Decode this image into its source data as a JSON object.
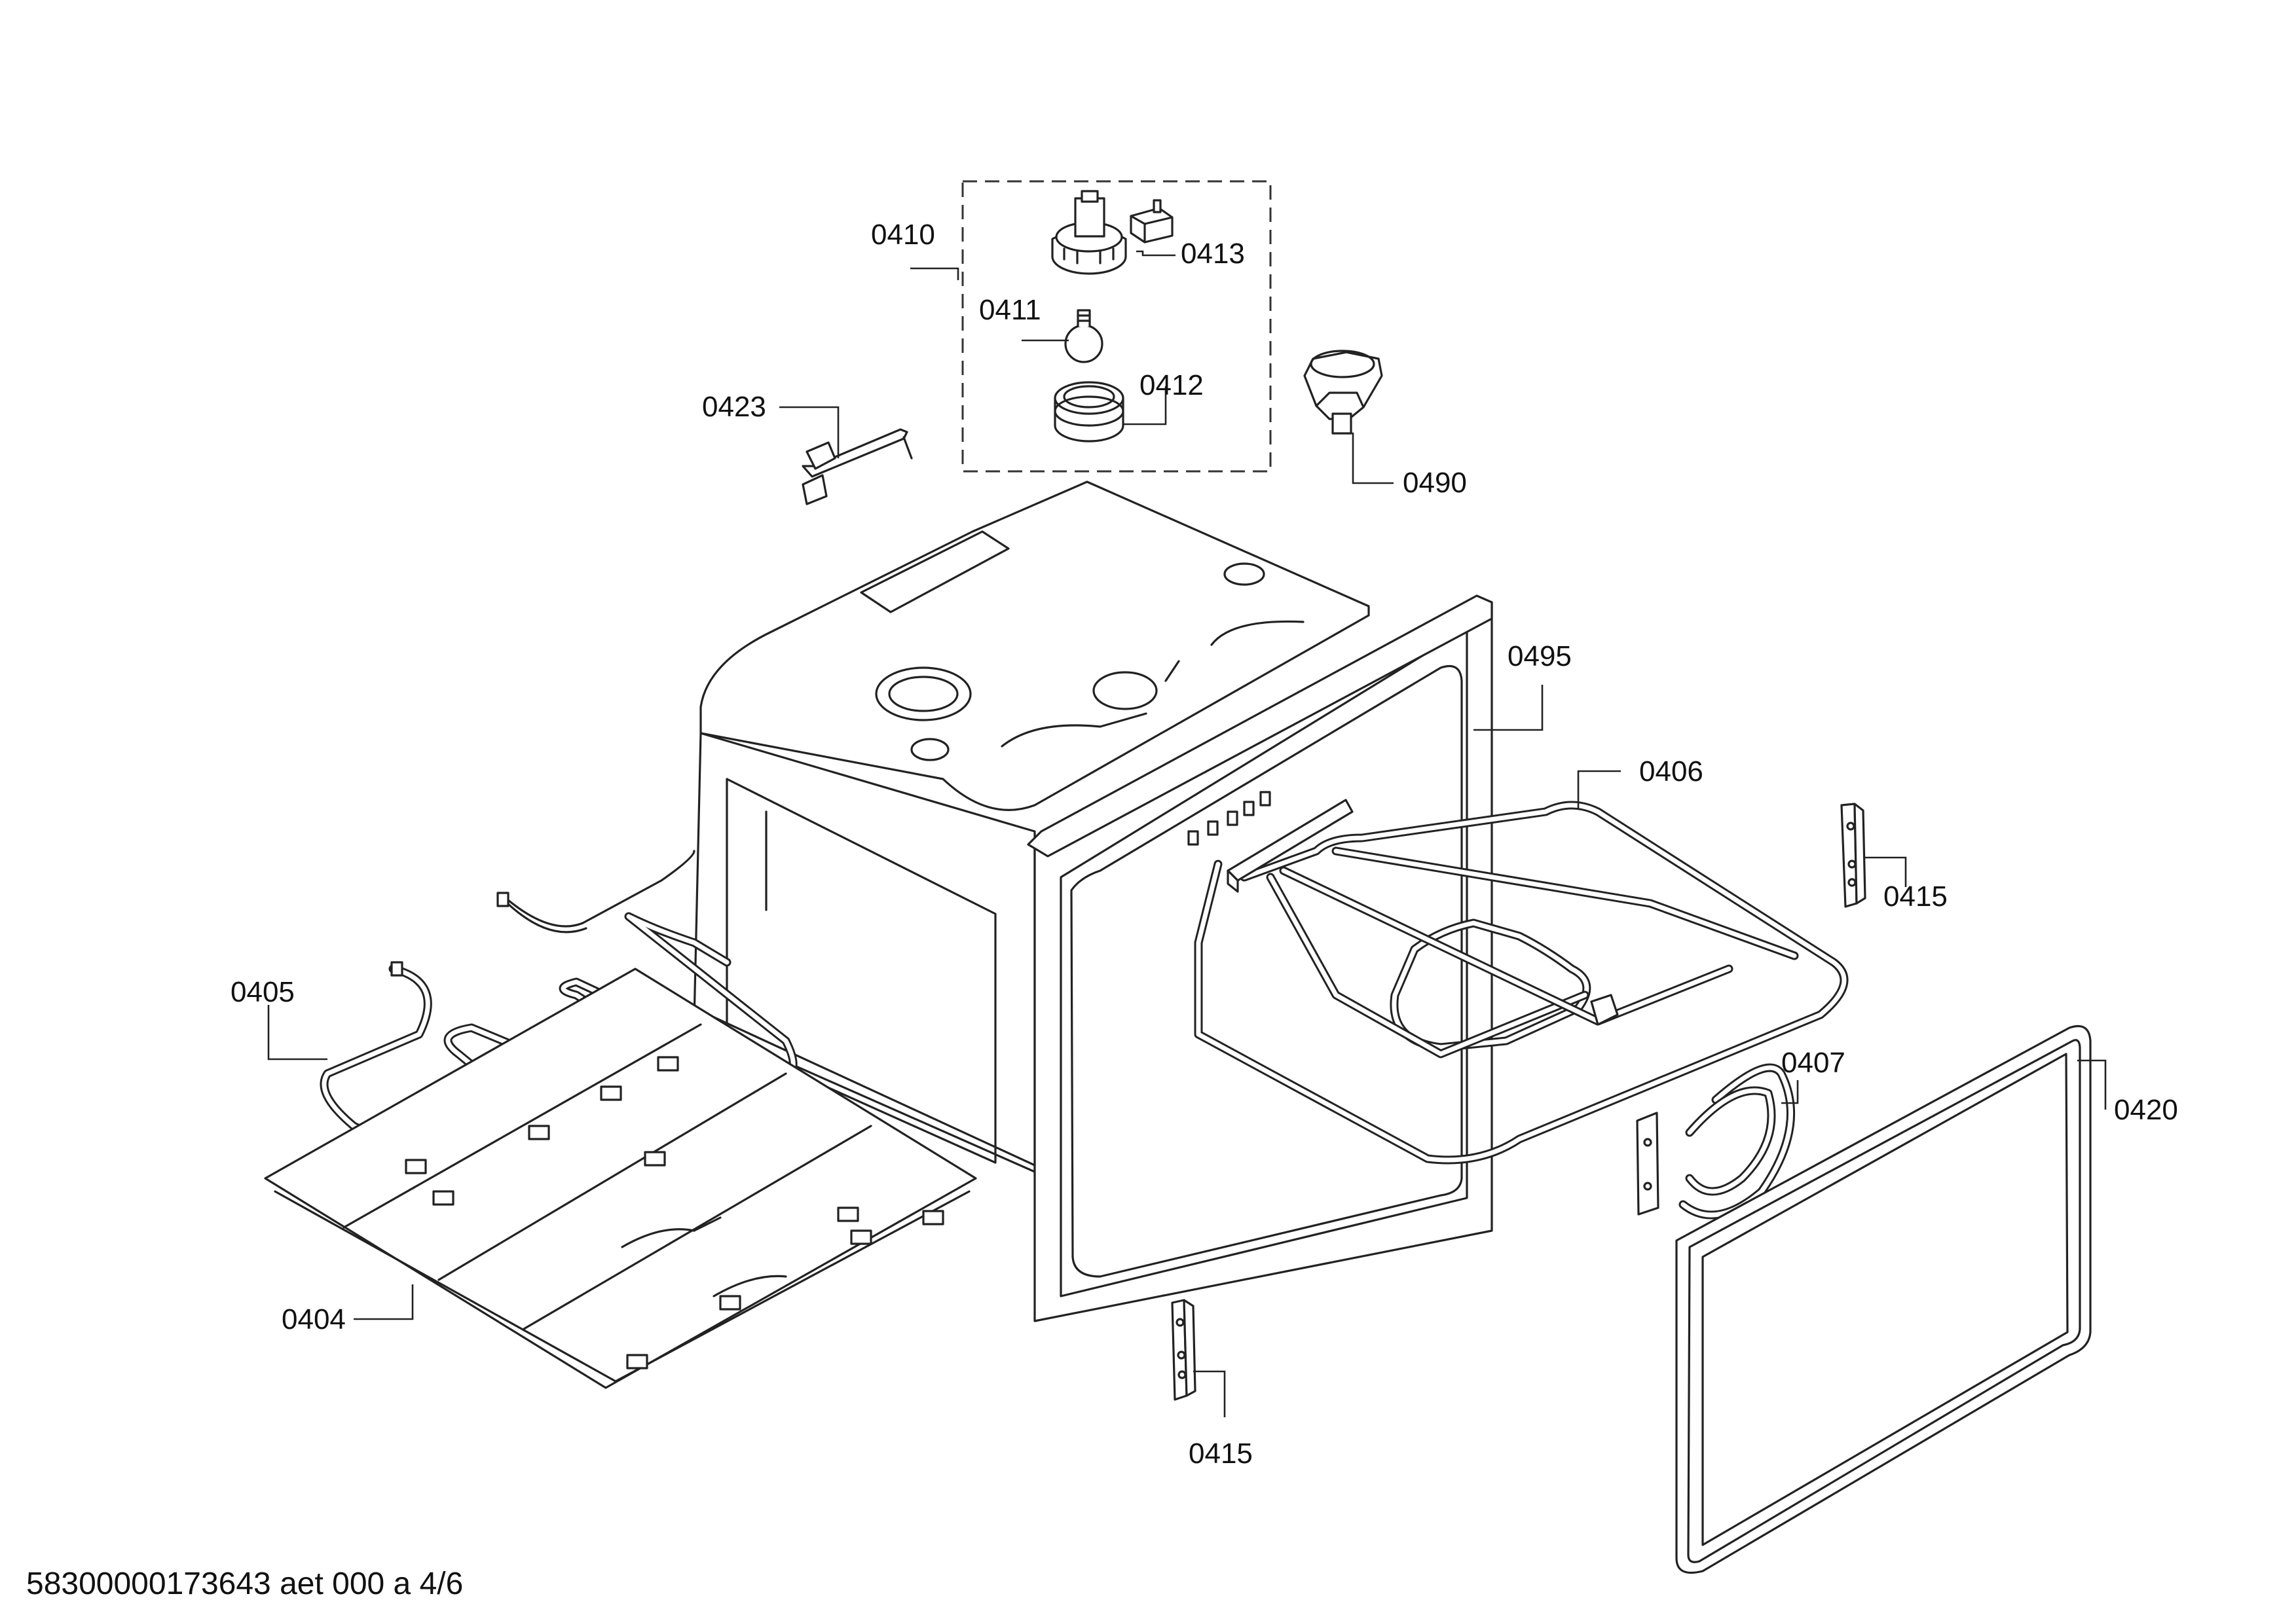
{
  "diagram": {
    "part_labels": {
      "p0410": "0410",
      "p0411": "0411",
      "p0412": "0412",
      "p0413": "0413",
      "p0423": "0423",
      "p0490": "0490",
      "p0495": "0495",
      "p0406": "0406",
      "p0415_right": "0415",
      "p0405": "0405",
      "p0407": "0407",
      "p0420": "0420",
      "p0404": "0404",
      "p0415_bottom": "0415"
    },
    "footer_code": "58300000173643 aet 000 a 4/6"
  }
}
